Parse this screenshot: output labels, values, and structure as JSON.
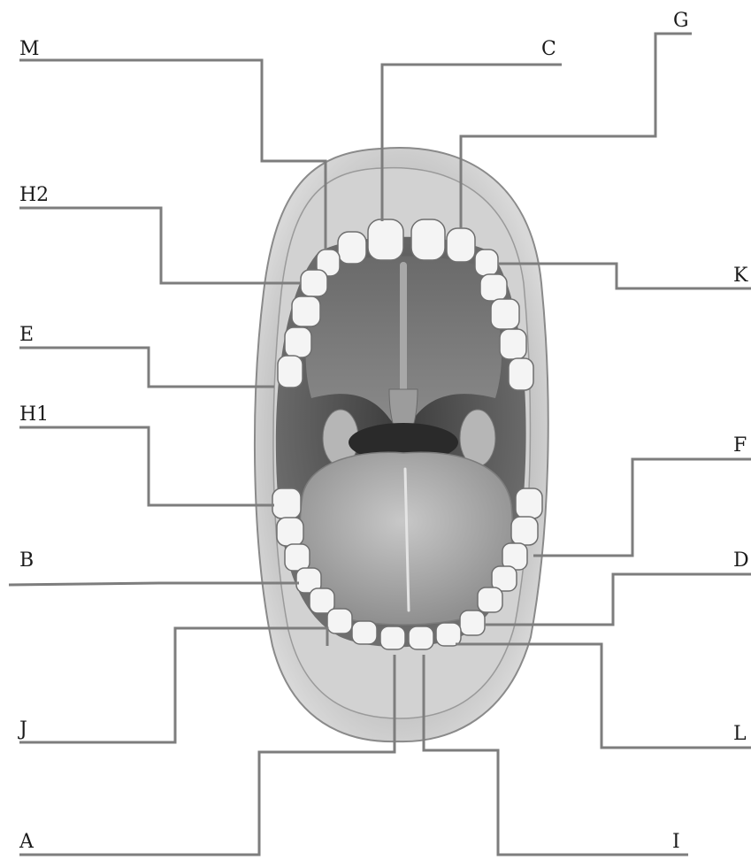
{
  "diagram": {
    "labels": {
      "M": "M",
      "C": "C",
      "G": "G",
      "H2": "H2",
      "K": "K",
      "E": "E",
      "H1": "H1",
      "F": "F",
      "B": "B",
      "D": "D",
      "J": "J",
      "L": "L",
      "A": "A",
      "I": "I"
    }
  }
}
